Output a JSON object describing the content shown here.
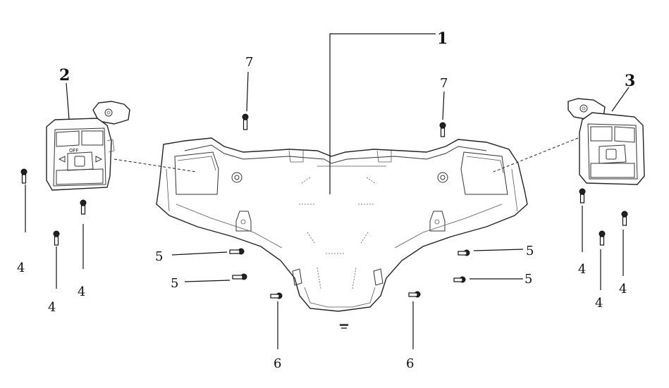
{
  "callouts": {
    "c1": "1",
    "c2": "2",
    "c3": "3",
    "c4a": "4",
    "c4b": "4",
    "c4c": "4",
    "c4d": "4",
    "c4e": "4",
    "c4f": "4",
    "c5a": "5",
    "c5b": "5",
    "c5c": "5",
    "c5d": "5",
    "c6a": "6",
    "c6b": "6",
    "c7a": "7",
    "c7b": "7"
  },
  "switch_label": "OFF"
}
